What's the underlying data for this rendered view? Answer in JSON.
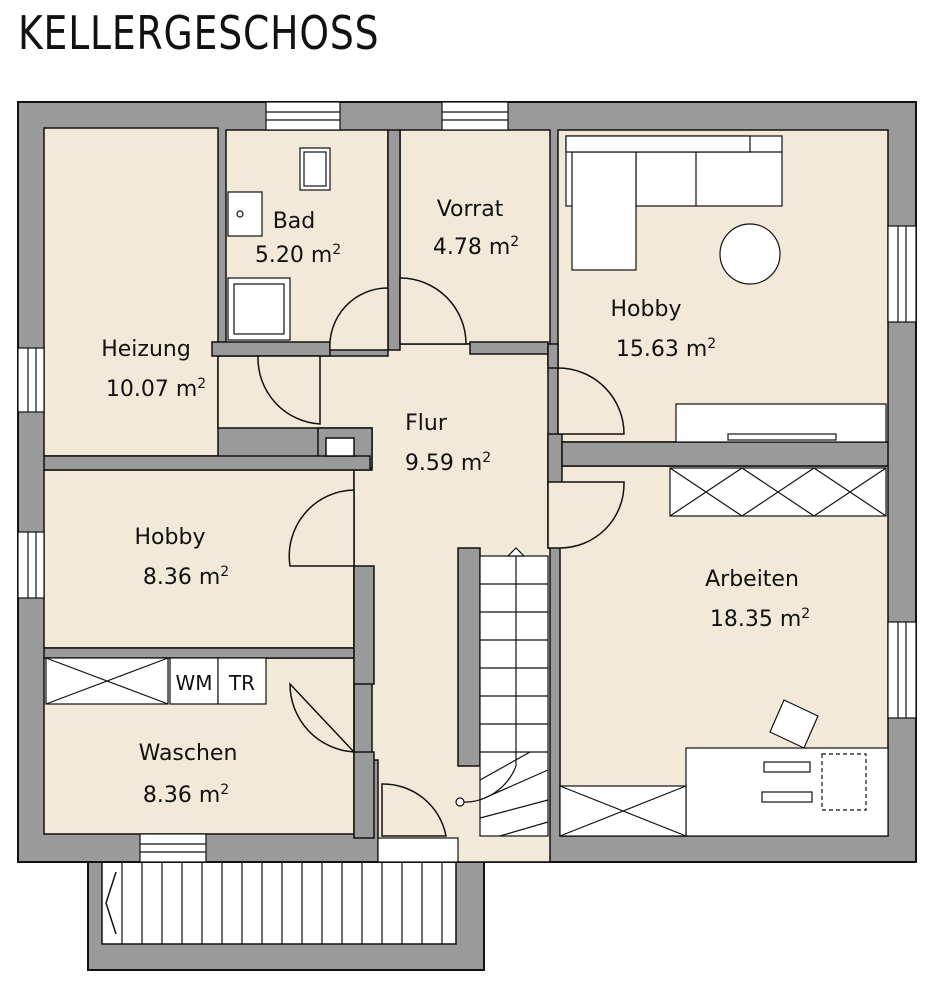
{
  "title": "KELLERGESCHOSS",
  "unit": "m",
  "unit_exp": "2",
  "rooms": [
    {
      "name": "Bad",
      "area": "5.20"
    },
    {
      "name": "Vorrat",
      "area": "4.78"
    },
    {
      "name": "Hobby",
      "area": "15.63"
    },
    {
      "name": "Heizung",
      "area": "10.07"
    },
    {
      "name": "Flur",
      "area": "9.59"
    },
    {
      "name": "Hobby",
      "area": "8.36"
    },
    {
      "name": "Arbeiten",
      "area": "18.35"
    },
    {
      "name": "Waschen",
      "area": "8.36"
    }
  ],
  "fixtures": {
    "washer": "WM",
    "dryer": "TR"
  },
  "colors": {
    "wall": "#9a9a9a",
    "floor": "#f3e9d8",
    "outline": "#111111"
  }
}
